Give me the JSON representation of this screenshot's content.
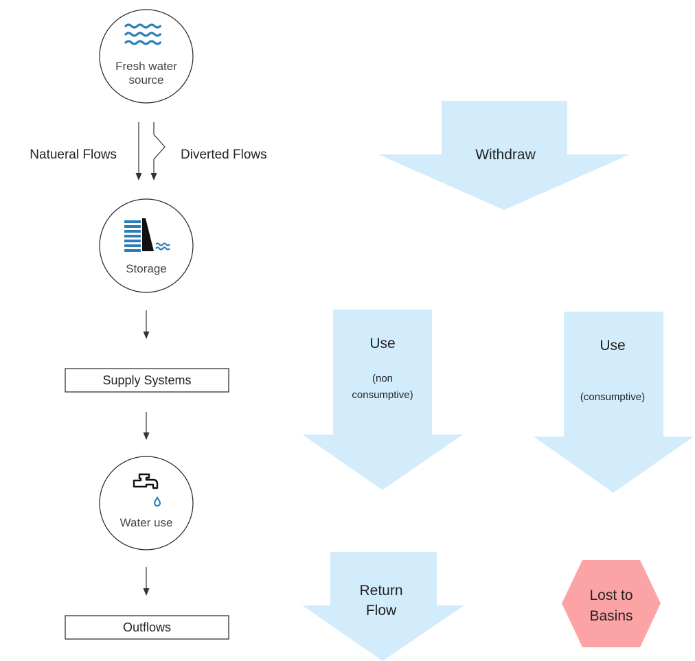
{
  "nodes": {
    "source": {
      "label_line1": "Fresh water",
      "label_line2": "source",
      "icon": "waves-icon"
    },
    "storage": {
      "label": "Storage",
      "icon": "dam-icon"
    },
    "supply": {
      "label": "Supply Systems"
    },
    "water_use": {
      "label": "Water use",
      "icon": "faucet-icon"
    },
    "outflows": {
      "label": "Outflows"
    }
  },
  "flows": {
    "natural": "Natueral Flows",
    "diverted": "Diverted Flows"
  },
  "arrows": {
    "withdraw": {
      "title": "Withdraw"
    },
    "use_non_consumptive": {
      "title": "Use",
      "sub_line1": "(non",
      "sub_line2": "consumptive)"
    },
    "use_consumptive": {
      "title": "Use",
      "sub": "(consumptive)"
    },
    "return_flow": {
      "line1": "Return",
      "line2": "Flow"
    }
  },
  "lost": {
    "line1": "Lost to",
    "line2": "Basins"
  },
  "colors": {
    "arrow_fill": "#d3ecfb",
    "hex_fill": "#fca3a5",
    "icon_blue": "#2c7fb8",
    "line": "#222222"
  }
}
